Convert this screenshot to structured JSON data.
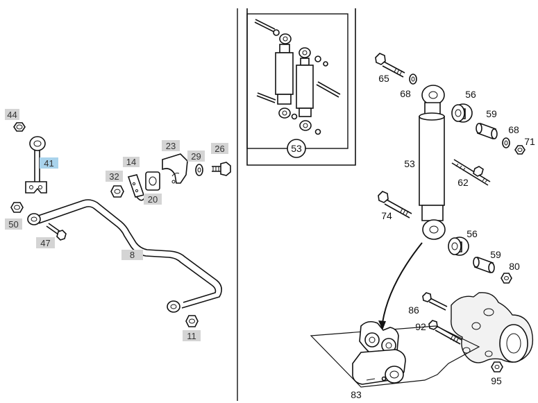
{
  "labels": {
    "l44": "44",
    "l41": "41",
    "l50": "50",
    "l47": "47",
    "l32": "32",
    "l14": "14",
    "l20": "20",
    "l23": "23",
    "l29": "29",
    "l26": "26",
    "l8": "8",
    "l11": "11",
    "l53inset": "53",
    "l65": "65",
    "l68a": "68",
    "l56a": "56",
    "l59a": "59",
    "l68b": "68",
    "l71": "71",
    "l53": "53",
    "l62": "62",
    "l74": "74",
    "l56b": "56",
    "l59b": "59",
    "l80": "80",
    "l86": "86",
    "l92": "92",
    "l95": "95",
    "l83": "83"
  },
  "colors": {
    "label_box_gray": "#d4d4d4",
    "label_box_highlight": "#a9d3ec",
    "line": "#111111"
  }
}
